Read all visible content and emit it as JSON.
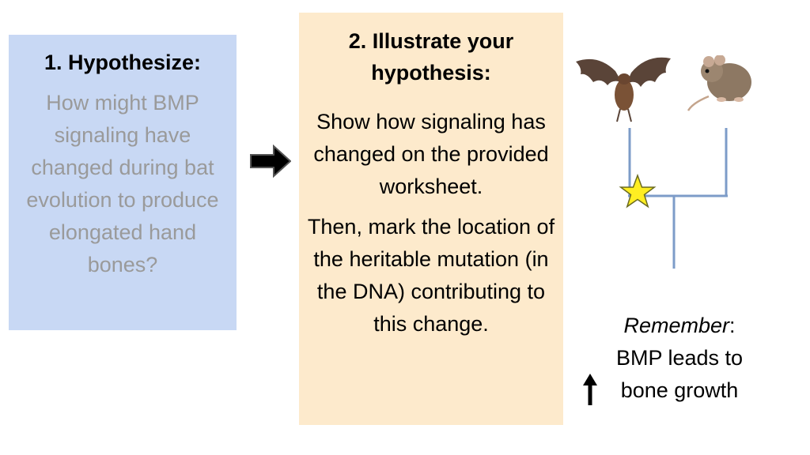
{
  "hypothesize": {
    "title": "1. Hypothesize:",
    "question": "How might BMP signaling have changed during bat evolution to produce elongated hand bones?"
  },
  "illustrate": {
    "title": "2.  Illustrate your hypothesis:",
    "paragraph1": "Show how signaling has changed on the provided worksheet.",
    "paragraph2": "Then, mark the location of the heritable mutation (in the DNA) contributing to this change."
  },
  "remember": {
    "label": "Remember",
    "colon": ":",
    "line1": "BMP leads to",
    "line2": "bone growth"
  },
  "colors": {
    "box1_bg": "#c8d8f4",
    "box2_bg": "#fdeacc",
    "question_text": "#9a9a9a",
    "tree_line": "#7d9cc8",
    "star_fill": "#ffee22"
  },
  "icons": [
    "right-arrow-icon",
    "bat-image",
    "mouse-image",
    "phylogenetic-tree",
    "star-icon",
    "up-arrow-icon"
  ]
}
